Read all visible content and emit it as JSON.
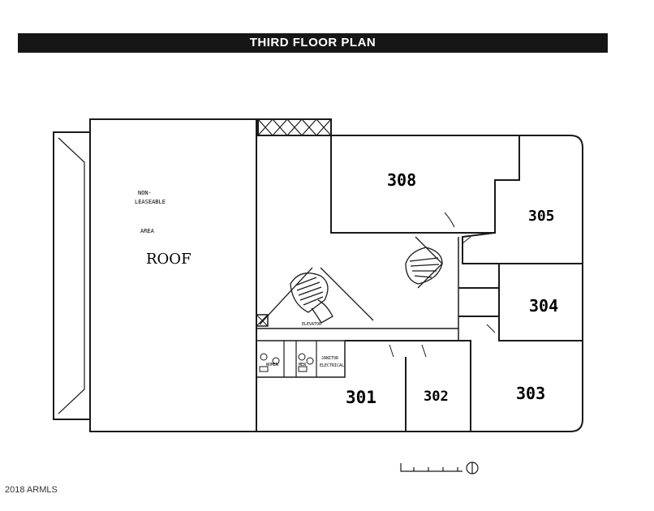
{
  "title": "THIRD FLOOR PLAN",
  "areas": {
    "non_leaseable": "NON-\nLEASEABLE",
    "area": "AREA",
    "roof": "ROOF"
  },
  "rooms": [
    {
      "id": "308",
      "label": "308"
    },
    {
      "id": "305",
      "label": "305"
    },
    {
      "id": "304",
      "label": "304"
    },
    {
      "id": "303",
      "label": "303"
    },
    {
      "id": "302",
      "label": "302"
    },
    {
      "id": "301",
      "label": "301"
    }
  ],
  "service_labels": {
    "elevator": "ELEVATOR",
    "womens": "WOMEN",
    "mens": "MEN",
    "janitor": "JANITOR",
    "electrical": "ELECTRICAL"
  },
  "footer": "2018 ARMLS"
}
